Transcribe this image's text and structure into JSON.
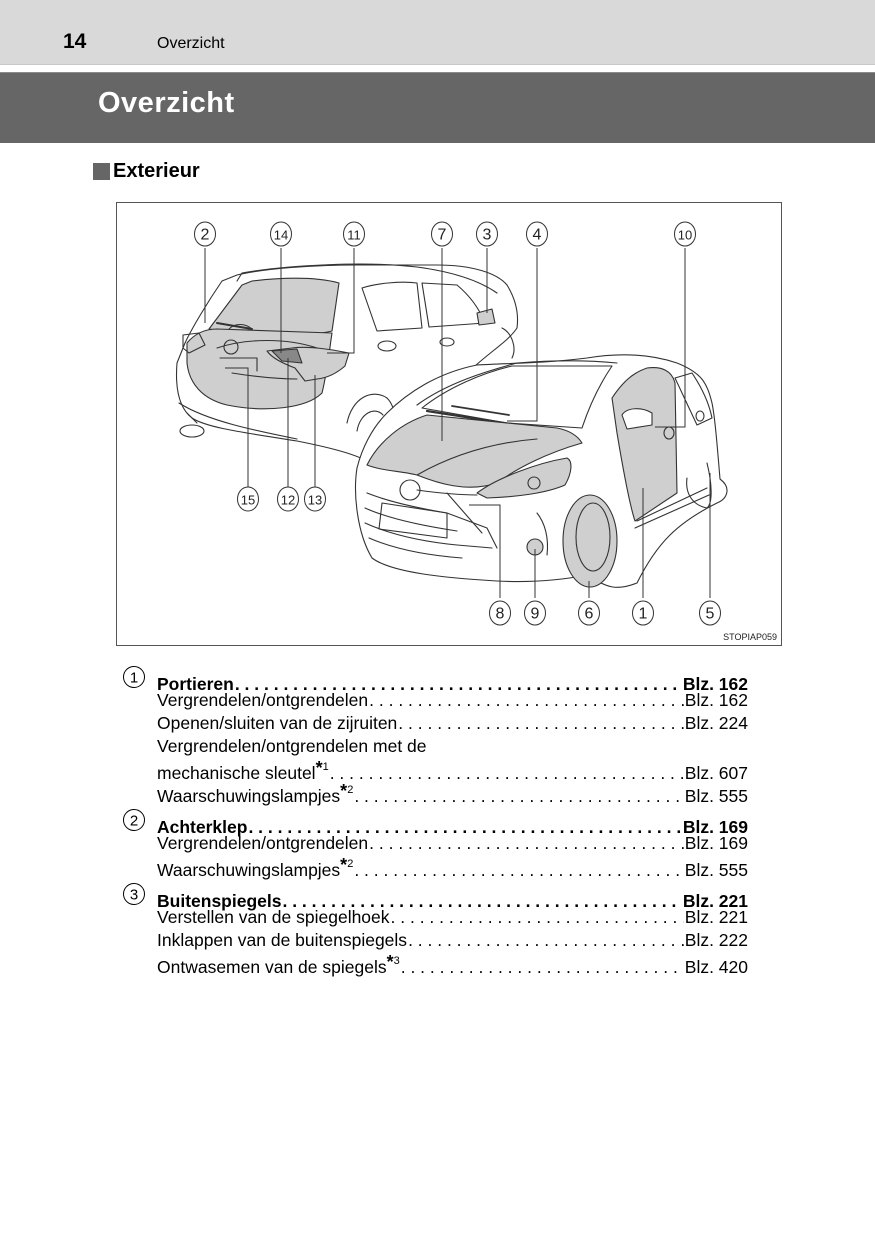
{
  "header": {
    "page_number": "14",
    "running_title": "Overzicht"
  },
  "title": "Overzicht",
  "section": {
    "label": "Exterieur"
  },
  "figure": {
    "code": "STOPIAP059",
    "callouts": [
      "2",
      "14",
      "11",
      "7",
      "3",
      "4",
      "10",
      "15",
      "12",
      "13",
      "8",
      "9",
      "6",
      "1",
      "5"
    ],
    "colors": {
      "shade": "#cfcfcf",
      "line": "#333333"
    }
  },
  "items": [
    {
      "number": "1",
      "title": "Portieren",
      "page": "Blz. 162",
      "subs": [
        {
          "label": "Vergrendelen/ontgrendelen",
          "page": "Blz. 162"
        },
        {
          "label": "Openen/sluiten van de zijruiten",
          "page": "Blz. 224"
        },
        {
          "label": "Vergrendelen/ontgrendelen met de",
          "page": ""
        },
        {
          "label": "mechanische sleutel",
          "note": "*",
          "note_num": "1",
          "page": "Blz. 607"
        },
        {
          "label": "Waarschuwingslampjes",
          "note": "*",
          "note_num": "2",
          "page": "Blz. 555"
        }
      ]
    },
    {
      "number": "2",
      "title": "Achterklep",
      "page": "Blz. 169",
      "subs": [
        {
          "label": "Vergrendelen/ontgrendelen",
          "page": "Blz. 169"
        },
        {
          "label": "Waarschuwingslampjes",
          "note": "*",
          "note_num": "2",
          "page": "Blz. 555"
        }
      ]
    },
    {
      "number": "3",
      "title": "Buitenspiegels",
      "page": "Blz. 221",
      "subs": [
        {
          "label": "Verstellen van de spiegelhoek",
          "page": "Blz. 221"
        },
        {
          "label": "Inklappen van de buitenspiegels",
          "page": "Blz. 222"
        },
        {
          "label": "Ontwasemen van de spiegels",
          "note": "*",
          "note_num": "3",
          "page": "Blz. 420"
        }
      ]
    }
  ]
}
